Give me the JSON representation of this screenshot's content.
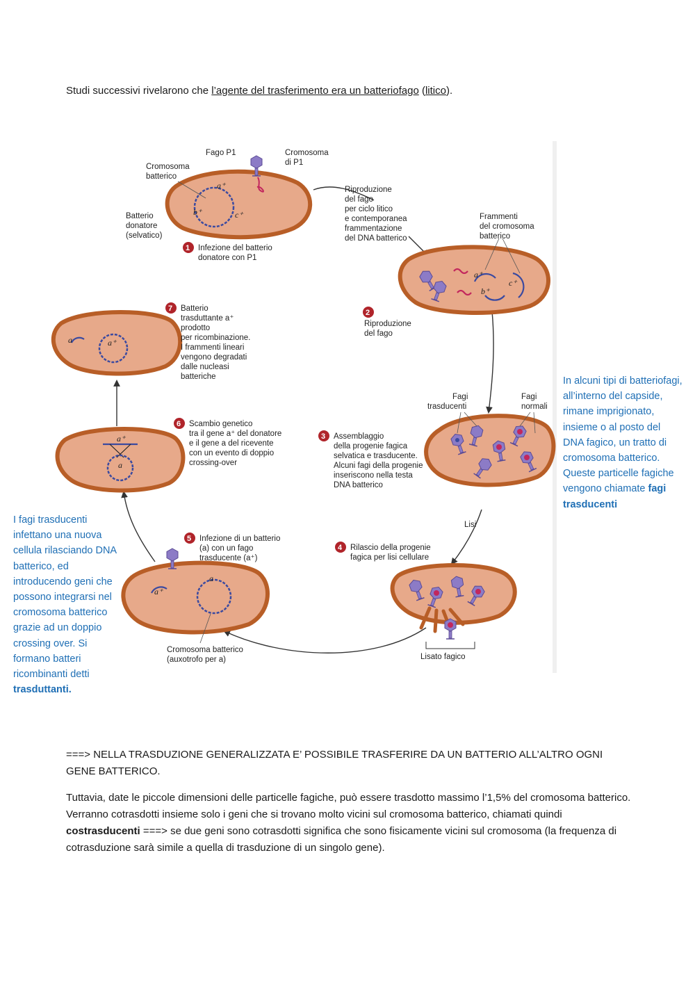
{
  "intro": {
    "before": "Studi successivi rivelarono che ",
    "agent": "l’agente del trasferimento era un batteriofago",
    "middle": " (",
    "litico": "litico",
    "after": ")."
  },
  "figure": {
    "labels": {
      "fago_p1": "Fago P1",
      "cromosoma_di_p1_1": "Cromosoma",
      "cromosoma_di_p1_2": "di P1",
      "crom_batt_1": "Cromosoma",
      "crom_batt_2": "batterico",
      "donatore_1": "Batterio",
      "donatore_2": "donatore",
      "donatore_3": "(selvatico)",
      "riprod_1": "Riproduzione",
      "riprod_2": "del fago",
      "riprod_3": "per ciclo litico",
      "riprod_4": "e contemporanea",
      "riprod_5": "frammentazione",
      "riprod_6": "del DNA batterico",
      "framm_1": "Frammenti",
      "framm_2": "del cromosoma",
      "framm_3": "batterico",
      "fagi_trasd_1": "Fagi",
      "fagi_trasd_2": "trasducenti",
      "fagi_norm_1": "Fagi",
      "fagi_norm_2": "normali",
      "lisi": "Lisi",
      "lisato": "Lisato fagico",
      "crom_aux_1": "Cromosoma batterico",
      "crom_aux_2": "(auxotrofo per a)"
    },
    "genes": {
      "a_plus": "a⁺",
      "b_plus": "b⁺",
      "c_plus": "c⁺",
      "a": "a"
    },
    "steps": [
      {
        "num": "1",
        "lines": [
          "Infezione del batterio",
          "donatore con P1"
        ]
      },
      {
        "num": "2",
        "lines": [
          "Riproduzione",
          "del fago"
        ]
      },
      {
        "num": "3",
        "lines": [
          "Assemblaggio",
          "della progenie fagica",
          "selvatica e trasducente.",
          "Alcuni fagi della progenie",
          "inseriscono nella testa",
          "DNA batterico"
        ]
      },
      {
        "num": "4",
        "lines": [
          "Rilascio della progenie",
          "fagica per lisi cellulare"
        ]
      },
      {
        "num": "5",
        "lines": [
          "Infezione di un batterio",
          "(a) con un fago",
          "trasducente (a⁺)"
        ]
      },
      {
        "num": "6",
        "lines": [
          "Scambio genetico",
          "tra il gene a⁺ del donatore",
          "e il gene a del ricevente",
          "con un evento di doppio",
          "crossing-over"
        ]
      },
      {
        "num": "7",
        "lines": [
          "Batterio",
          "trasduttante a⁺",
          "prodotto",
          "per ricombinazione.",
          "I frammenti lineari",
          "vengono degradati",
          "dalle nucleasi",
          "batteriche"
        ]
      }
    ]
  },
  "notes": {
    "right": {
      "text": "In alcuni tipi di batteriofagi, all’interno del capside, rimane imprigionato, insieme o al posto del DNA fagico, un tratto di cromosoma batterico. Queste particelle fagiche vengono chiamate ",
      "bold": "fagi trasducenti"
    },
    "left": {
      "text": "I fagi trasducenti infettano una nuova cellula rilasciando DNA batterico, ed introducendo geni che possono integrarsi nel cromosoma batterico grazie ad un doppio crossing over. Si formano batteri ricombinanti detti ",
      "bold": "trasduttanti."
    }
  },
  "body": {
    "p1": "===> NELLA TRASDUZIONE GENERALIZZATA E’ POSSIBILE TRASFERIRE DA UN BATTERIO ALL’ALTRO OGNI GENE BATTERICO.",
    "p2_before": "Tuttavia, date le piccole dimensioni delle particelle fagiche, può essere trasdotto massimo l’1,5% del cromosoma batterico. Verranno cotrasdotti insieme solo i geni che si trovano molto vicini sul cromosoma batterico, chiamati quindi ",
    "p2_bold": "costrasducenti",
    "p2_after": " ===> se due geni sono cotrasdotti significa che sono fisicamente vicini sul cromosoma (la frequenza di cotrasduzione sarà simile a quella di trasduzione di un singolo gene)."
  },
  "colors": {
    "note_blue": "#1f6fb5",
    "cell_fill": "#e7a98a",
    "cell_border": "#b85e27",
    "chromosome": "#3b4aa0",
    "badge": "#b0242a",
    "phage": "#8c7bc6",
    "phage_dna": "#c2275d"
  }
}
